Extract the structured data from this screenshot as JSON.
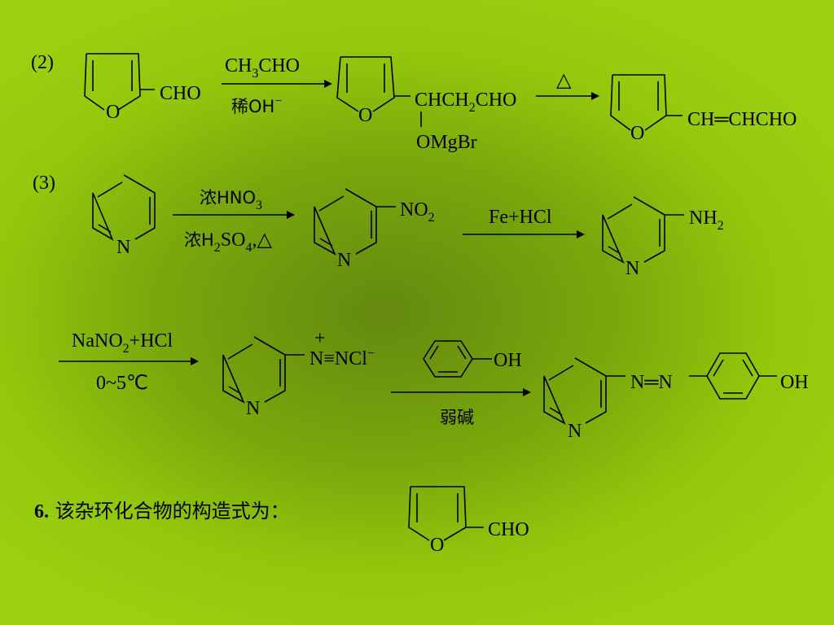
{
  "colors": {
    "background": "#9ccf10",
    "background_center": "#64890f",
    "ink": "#000000"
  },
  "labels": {
    "part2": "(2)",
    "part3": "(3)",
    "furan_o": "O",
    "pyridine_n": "N",
    "cho": "CHO",
    "r1_reagent_top": {
      "a": "CH",
      "b": "3",
      "c": "CHO"
    },
    "r1_reagent_bottom": {
      "a": "稀OH",
      "b": "−"
    },
    "intermediate_chain": {
      "a": "CHCH",
      "b": "2",
      "c": "CHO"
    },
    "omgbr": "OMgBr",
    "heat": "△",
    "product2_chain": "CH═CHCHO",
    "r3_reagent_top": {
      "a": "浓HNO",
      "b": "3"
    },
    "r3_reagent_bottom": {
      "a": "浓H",
      "b": "2",
      "c": "SO",
      "d": "4",
      "e": ",△"
    },
    "no2": {
      "a": "NO",
      "b": "2"
    },
    "r4_reagent": "Fe+HCl",
    "nh2": {
      "a": "NH",
      "b": "2"
    },
    "r5_reagent_top": {
      "a": "NaNO",
      "b": "2",
      "c": "+HCl"
    },
    "r5_reagent_bottom": "0~5℃",
    "diazonium_plus": "+",
    "diazonium": {
      "a": "N≡NCl",
      "b": "−"
    },
    "phenol_oh": "OH",
    "r6_reagent": "弱碱",
    "azo": "N═N",
    "azo_oh": "OH",
    "q6_number": "6.",
    "q6_text": " 该杂环化合物的构造式为：",
    "q6_cho": "CHO"
  }
}
